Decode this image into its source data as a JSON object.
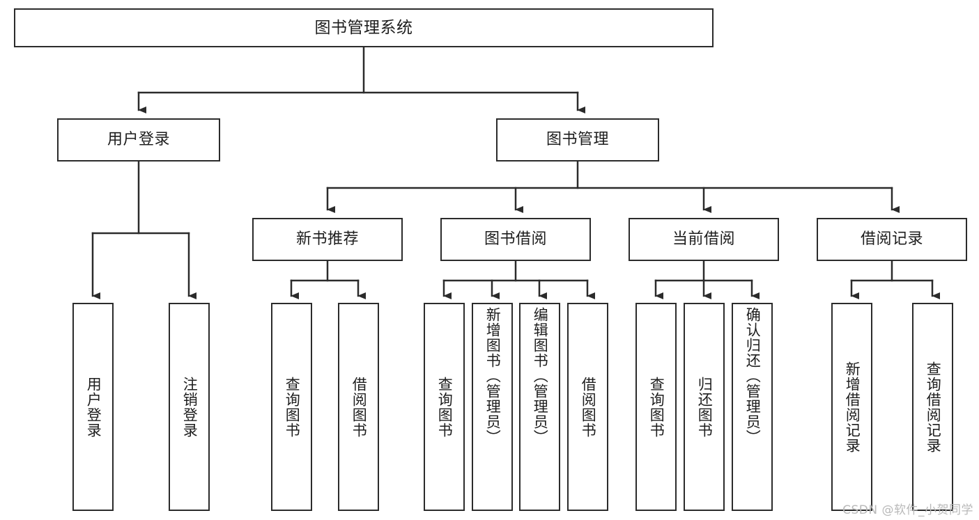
{
  "diagram": {
    "title": "图书管理系统",
    "type": "tree",
    "root": {
      "label": "图书管理系统"
    },
    "level2": [
      {
        "label": "用户登录"
      },
      {
        "label": "图书管理"
      }
    ],
    "level3": [
      {
        "label": "新书推荐"
      },
      {
        "label": "图书借阅"
      },
      {
        "label": "当前借阅"
      },
      {
        "label": "借阅记录"
      }
    ],
    "leaves": {
      "user_login": [
        {
          "label": "用户登录"
        },
        {
          "label": "注销登录"
        }
      ],
      "new_book_recommend": [
        {
          "label": "查询图书"
        },
        {
          "label": "借阅图书"
        }
      ],
      "book_borrow": [
        {
          "label": "查询图书"
        },
        {
          "label": "新增图书（管理员）"
        },
        {
          "label": "编辑图书（管理员）"
        },
        {
          "label": "借阅图书"
        }
      ],
      "current_borrow": [
        {
          "label": "查询图书"
        },
        {
          "label": "归还图书"
        },
        {
          "label": "确认归还（管理员）"
        }
      ],
      "borrow_record": [
        {
          "label": "新增借阅记录"
        },
        {
          "label": "查询借阅记录"
        }
      ]
    }
  },
  "watermark": {
    "text": "CSDN @软件_小贺同学"
  },
  "colors": {
    "border": "#2b2b2b",
    "text": "#1d1d1d",
    "background": "#ffffff",
    "watermark": "#b9b9b9"
  }
}
